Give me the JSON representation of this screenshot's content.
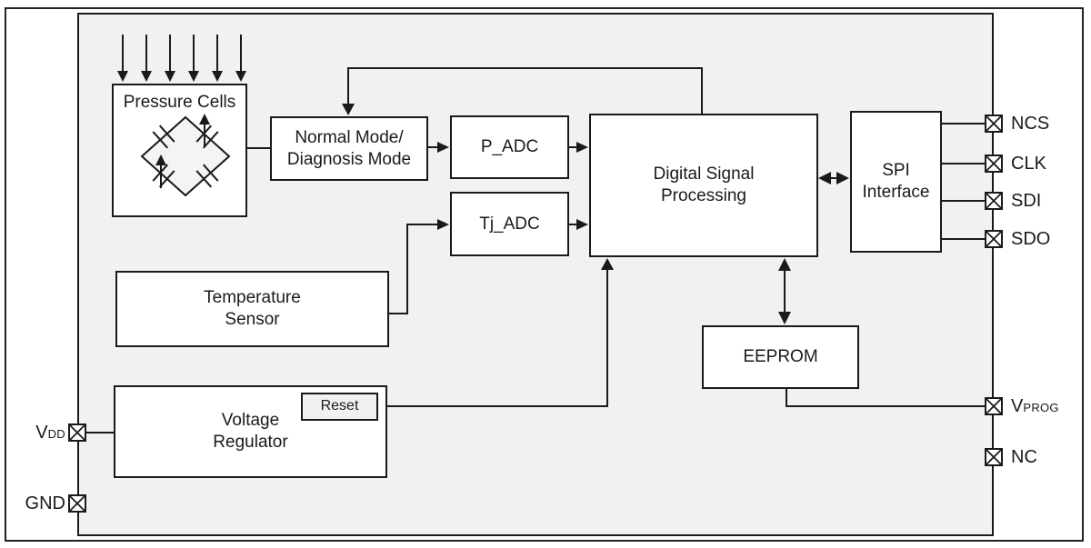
{
  "figure": {
    "type": "ic-block-diagram"
  },
  "blocks": {
    "pressure_cells": {
      "label": "Pressure Cells"
    },
    "normal_mode": {
      "line1": "Normal Mode/",
      "line2": "Diagnosis Mode"
    },
    "p_adc": {
      "label": "P_ADC"
    },
    "tj_adc": {
      "label": "Tj_ADC"
    },
    "dsp": {
      "line1": "Digital Signal",
      "line2": "Processing"
    },
    "spi": {
      "line1": "SPI",
      "line2": "Interface"
    },
    "temp_sensor": {
      "line1": "Temperature",
      "line2": "Sensor"
    },
    "eeprom": {
      "label": "EEPROM"
    },
    "voltage_regulator": {
      "line1": "Voltage",
      "line2": "Regulator"
    },
    "reset": {
      "label": "Reset"
    }
  },
  "pins": {
    "ncs": {
      "label": "NCS"
    },
    "clk": {
      "label": "CLK"
    },
    "sdi": {
      "label": "SDI"
    },
    "sdo": {
      "label": "SDO"
    },
    "vprog": {
      "main": "V",
      "sub": "PROG"
    },
    "nc": {
      "label": "NC"
    },
    "vdd": {
      "main": "V",
      "sub": "DD"
    },
    "gnd": {
      "label": "GND"
    }
  },
  "colors": {
    "chip_fill": "#f1f1f2",
    "block_fill": "#ffffff",
    "line": "#1a1a1a"
  }
}
